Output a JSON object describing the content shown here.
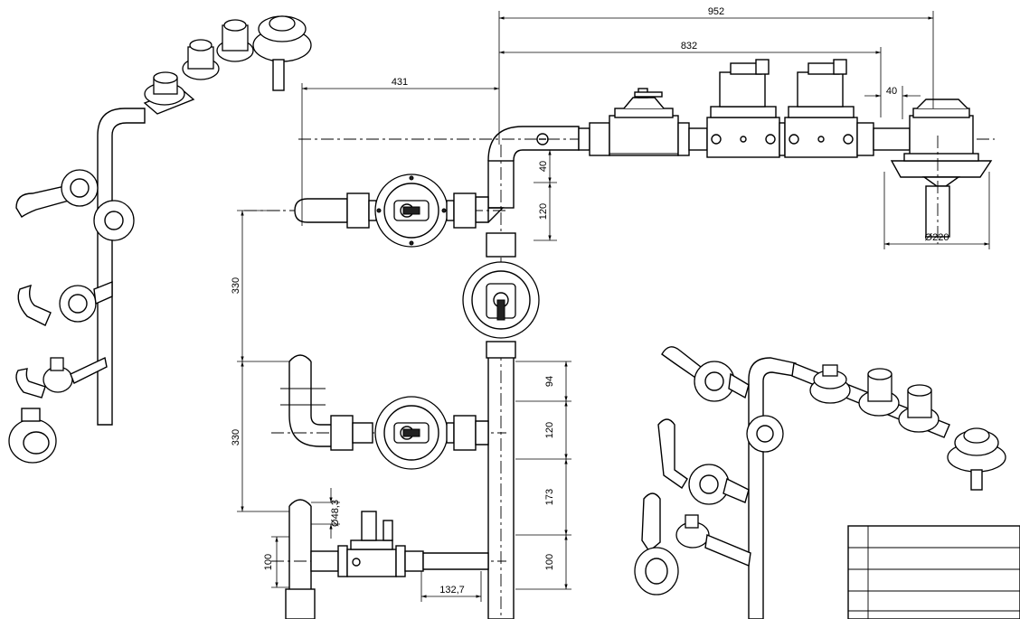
{
  "dimensions": {
    "d952": "952",
    "d832": "832",
    "d431": "431",
    "d40_top": "40",
    "d40_side": "40",
    "d120_top": "120",
    "d220": "Ø220",
    "d330_upper": "330",
    "d330_lower": "330",
    "d94": "94",
    "d120_mid": "120",
    "d173": "173",
    "d100_right": "100",
    "d100_left": "100",
    "d48": "Ø48,3",
    "d132": "132,7"
  },
  "icons": {
    "regulator": "gas-pressure-regulator-icon",
    "solenoid": "solenoid-valve-icon",
    "flange_valve": "flanged-ball-valve-icon"
  }
}
